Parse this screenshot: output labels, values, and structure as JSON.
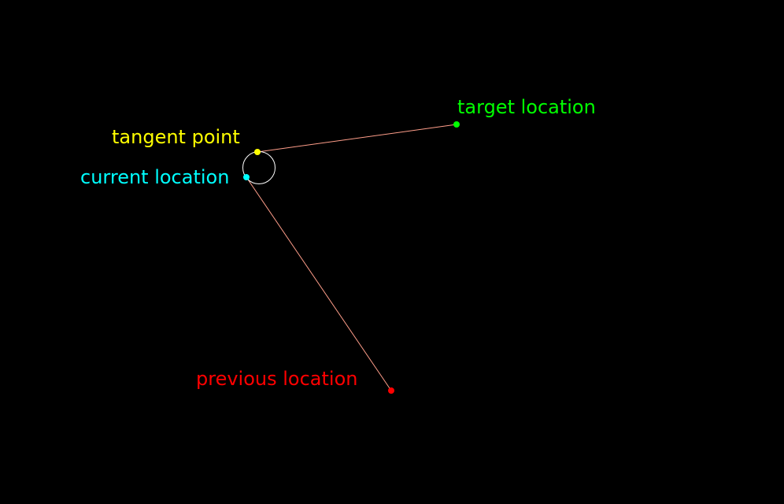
{
  "diagram": {
    "background_color": "#000000",
    "line_color": "#ff9e8a",
    "circle_color": "#ffffff",
    "labels": {
      "target": "target location",
      "tangent": "tangent point",
      "current": "current location",
      "previous": "previous location"
    },
    "colors": {
      "target": "#00ff00",
      "tangent": "#ffff00",
      "current": "#00ffff",
      "previous": "#ff0000"
    }
  }
}
